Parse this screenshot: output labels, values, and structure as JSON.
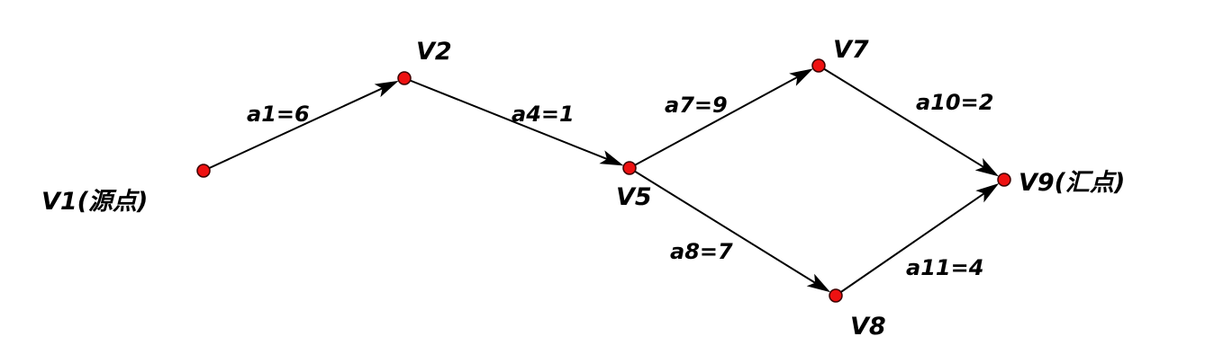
{
  "diagram": {
    "colors": {
      "node_fill": "#ee1111",
      "node_stroke": "#3a0000",
      "edge": "#000000",
      "background": "#ffffff"
    },
    "nodes": [
      {
        "id": "V1",
        "label": "V1(源点)"
      },
      {
        "id": "V2",
        "label": "V2"
      },
      {
        "id": "V5",
        "label": "V5"
      },
      {
        "id": "V7",
        "label": "V7"
      },
      {
        "id": "V8",
        "label": "V8"
      },
      {
        "id": "V9",
        "label": "V9(汇点)"
      }
    ],
    "edges": [
      {
        "id": "a1",
        "from": "V1",
        "to": "V2",
        "label": "a1=6"
      },
      {
        "id": "a4",
        "from": "V2",
        "to": "V5",
        "label": "a4=1"
      },
      {
        "id": "a7",
        "from": "V5",
        "to": "V7",
        "label": "a7=9"
      },
      {
        "id": "a8",
        "from": "V5",
        "to": "V8",
        "label": "a8=7"
      },
      {
        "id": "a10",
        "from": "V7",
        "to": "V9",
        "label": "a10=2"
      },
      {
        "id": "a11",
        "from": "V8",
        "to": "V9",
        "label": "a11=4"
      }
    ]
  }
}
